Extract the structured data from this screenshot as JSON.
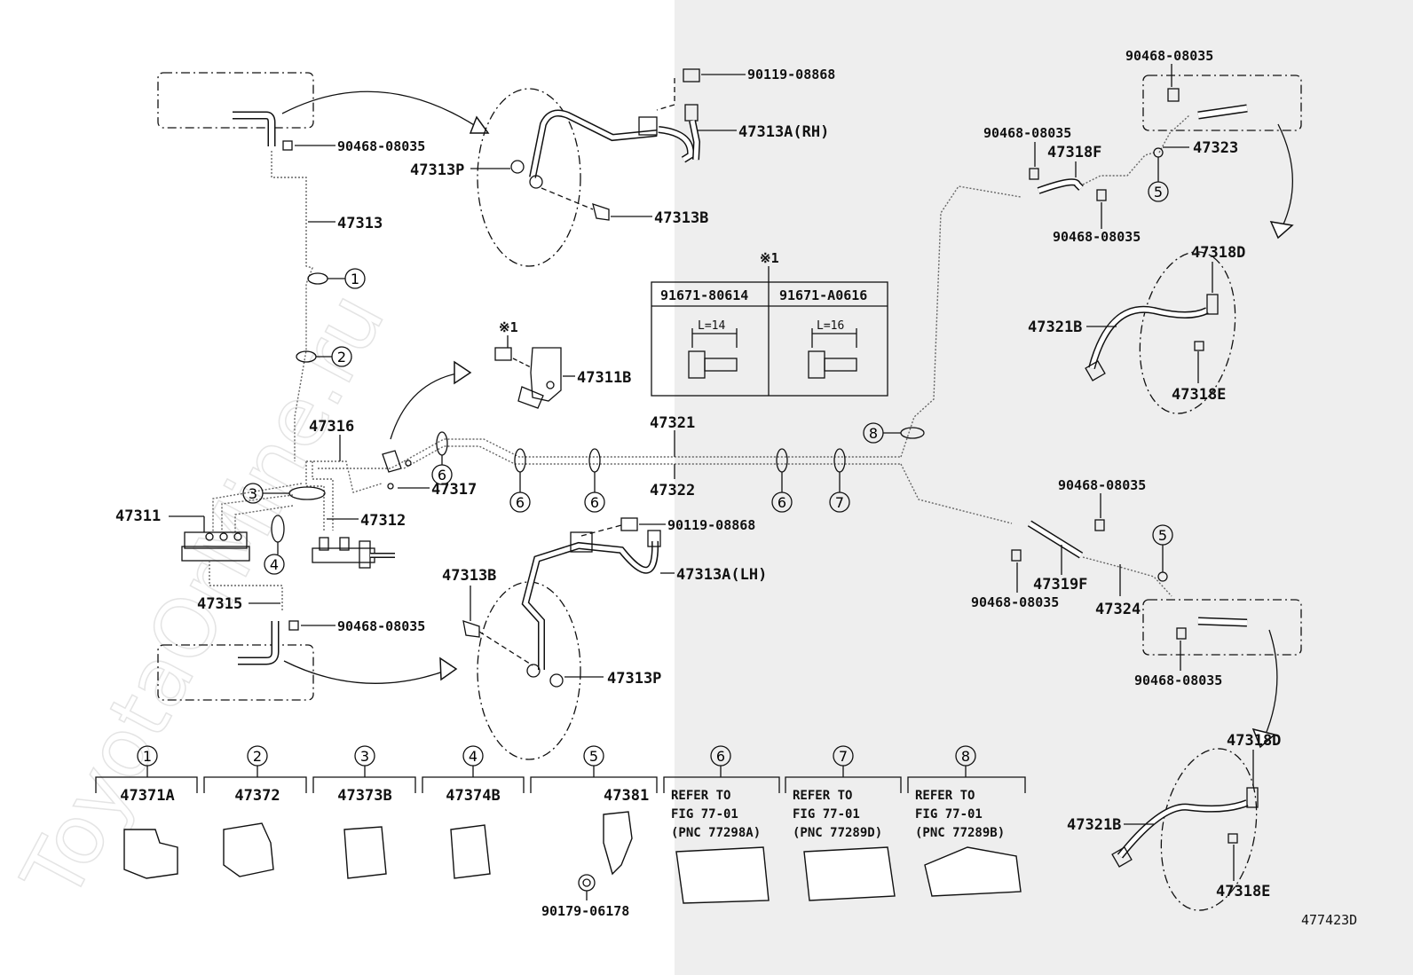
{
  "watermark": "ToyotaOrMine.ru",
  "figure_id": "477423D",
  "note_mark": "※1",
  "labels": {
    "p90119a": "90119-08868",
    "p47313A_rh": "47313A(RH)",
    "p47313P_top": "47313P",
    "p47313B_top": "47313B",
    "p90468_tl": "90468-08035",
    "p47313": "47313",
    "p47311B": "47311B",
    "p47316": "47316",
    "p47317": "47317",
    "p47311": "47311",
    "p47312": "47312",
    "p47315": "47315",
    "p90468_bl": "90468-08035",
    "p90119b": "90119-08868",
    "p47313A_lh": "47313A(LH)",
    "p47313B_bot": "47313B",
    "p47313P_bot": "47313P",
    "p47321": "47321",
    "p47322": "47322",
    "p90468_tr1": "90468-08035",
    "p90468_tr2": "90468-08035",
    "p47318F": "47318F",
    "p47323": "47323",
    "p90468_tr3": "90468-08035",
    "p47318D_top": "47318D",
    "p47321B_top": "47321B",
    "p47318E_top": "47318E",
    "p90468_mr1": "90468-08035",
    "p90468_mr2": "90468-08035",
    "p47319F": "47319F",
    "p47324": "47324",
    "p90468_mr3": "90468-08035",
    "p47318D_bot": "47318D",
    "p47321B_bot": "47321B",
    "p47318E_bot": "47318E",
    "p90179": "90179-06178"
  },
  "bolt_table": {
    "col1_part": "91671-80614",
    "col1_len": "L=14",
    "col2_part": "91671-A0616",
    "col2_len": "L=16"
  },
  "clamp_legend": [
    {
      "num": "1",
      "part": "47371A"
    },
    {
      "num": "2",
      "part": "47372"
    },
    {
      "num": "3",
      "part": "47373B"
    },
    {
      "num": "4",
      "part": "47374B"
    },
    {
      "num": "5",
      "part": "47381"
    },
    {
      "num": "6",
      "ref1": "REFER TO",
      "ref2": "FIG 77-01",
      "ref3": "(PNC 77298A)"
    },
    {
      "num": "7",
      "ref1": "REFER TO",
      "ref2": "FIG 77-01",
      "ref3": "(PNC 77289D)"
    },
    {
      "num": "8",
      "ref1": "REFER TO",
      "ref2": "FIG 77-01",
      "ref3": "(PNC 77289B)"
    }
  ],
  "callouts": {
    "c1": "1",
    "c2": "2",
    "c3": "3",
    "c4": "4",
    "c5a": "5",
    "c5b": "5",
    "c6a": "6",
    "c6b": "6",
    "c6c": "6",
    "c6d": "6",
    "c7": "7",
    "c8": "8"
  }
}
